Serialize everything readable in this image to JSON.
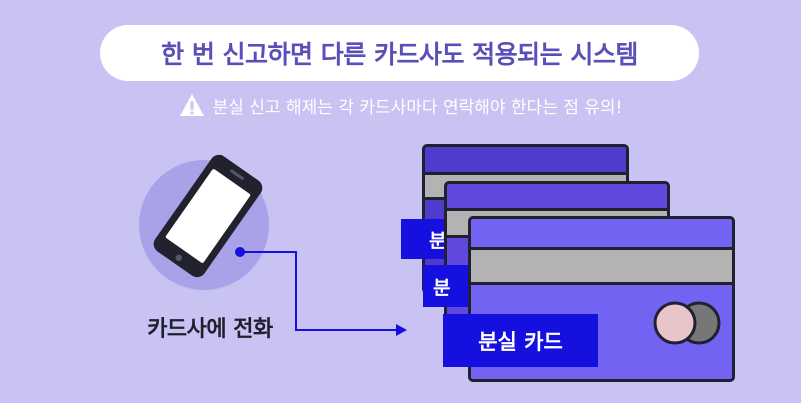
{
  "title": "한 번 신고하면 다른 카드사도 적용되는 시스템",
  "warning": "분실 신고 해제는 각 카드사마다 연락해야 한다는 점 유의!",
  "phone": {
    "label": "카드사에 전화"
  },
  "cards": {
    "back_tag": "분",
    "middle_tag": "분",
    "front_tag": "분실 카드"
  },
  "colors": {
    "background": "#c8c3f2",
    "title_text": "#5a4fb8",
    "tag": "#1510e0",
    "card_front": "#7263f2"
  }
}
